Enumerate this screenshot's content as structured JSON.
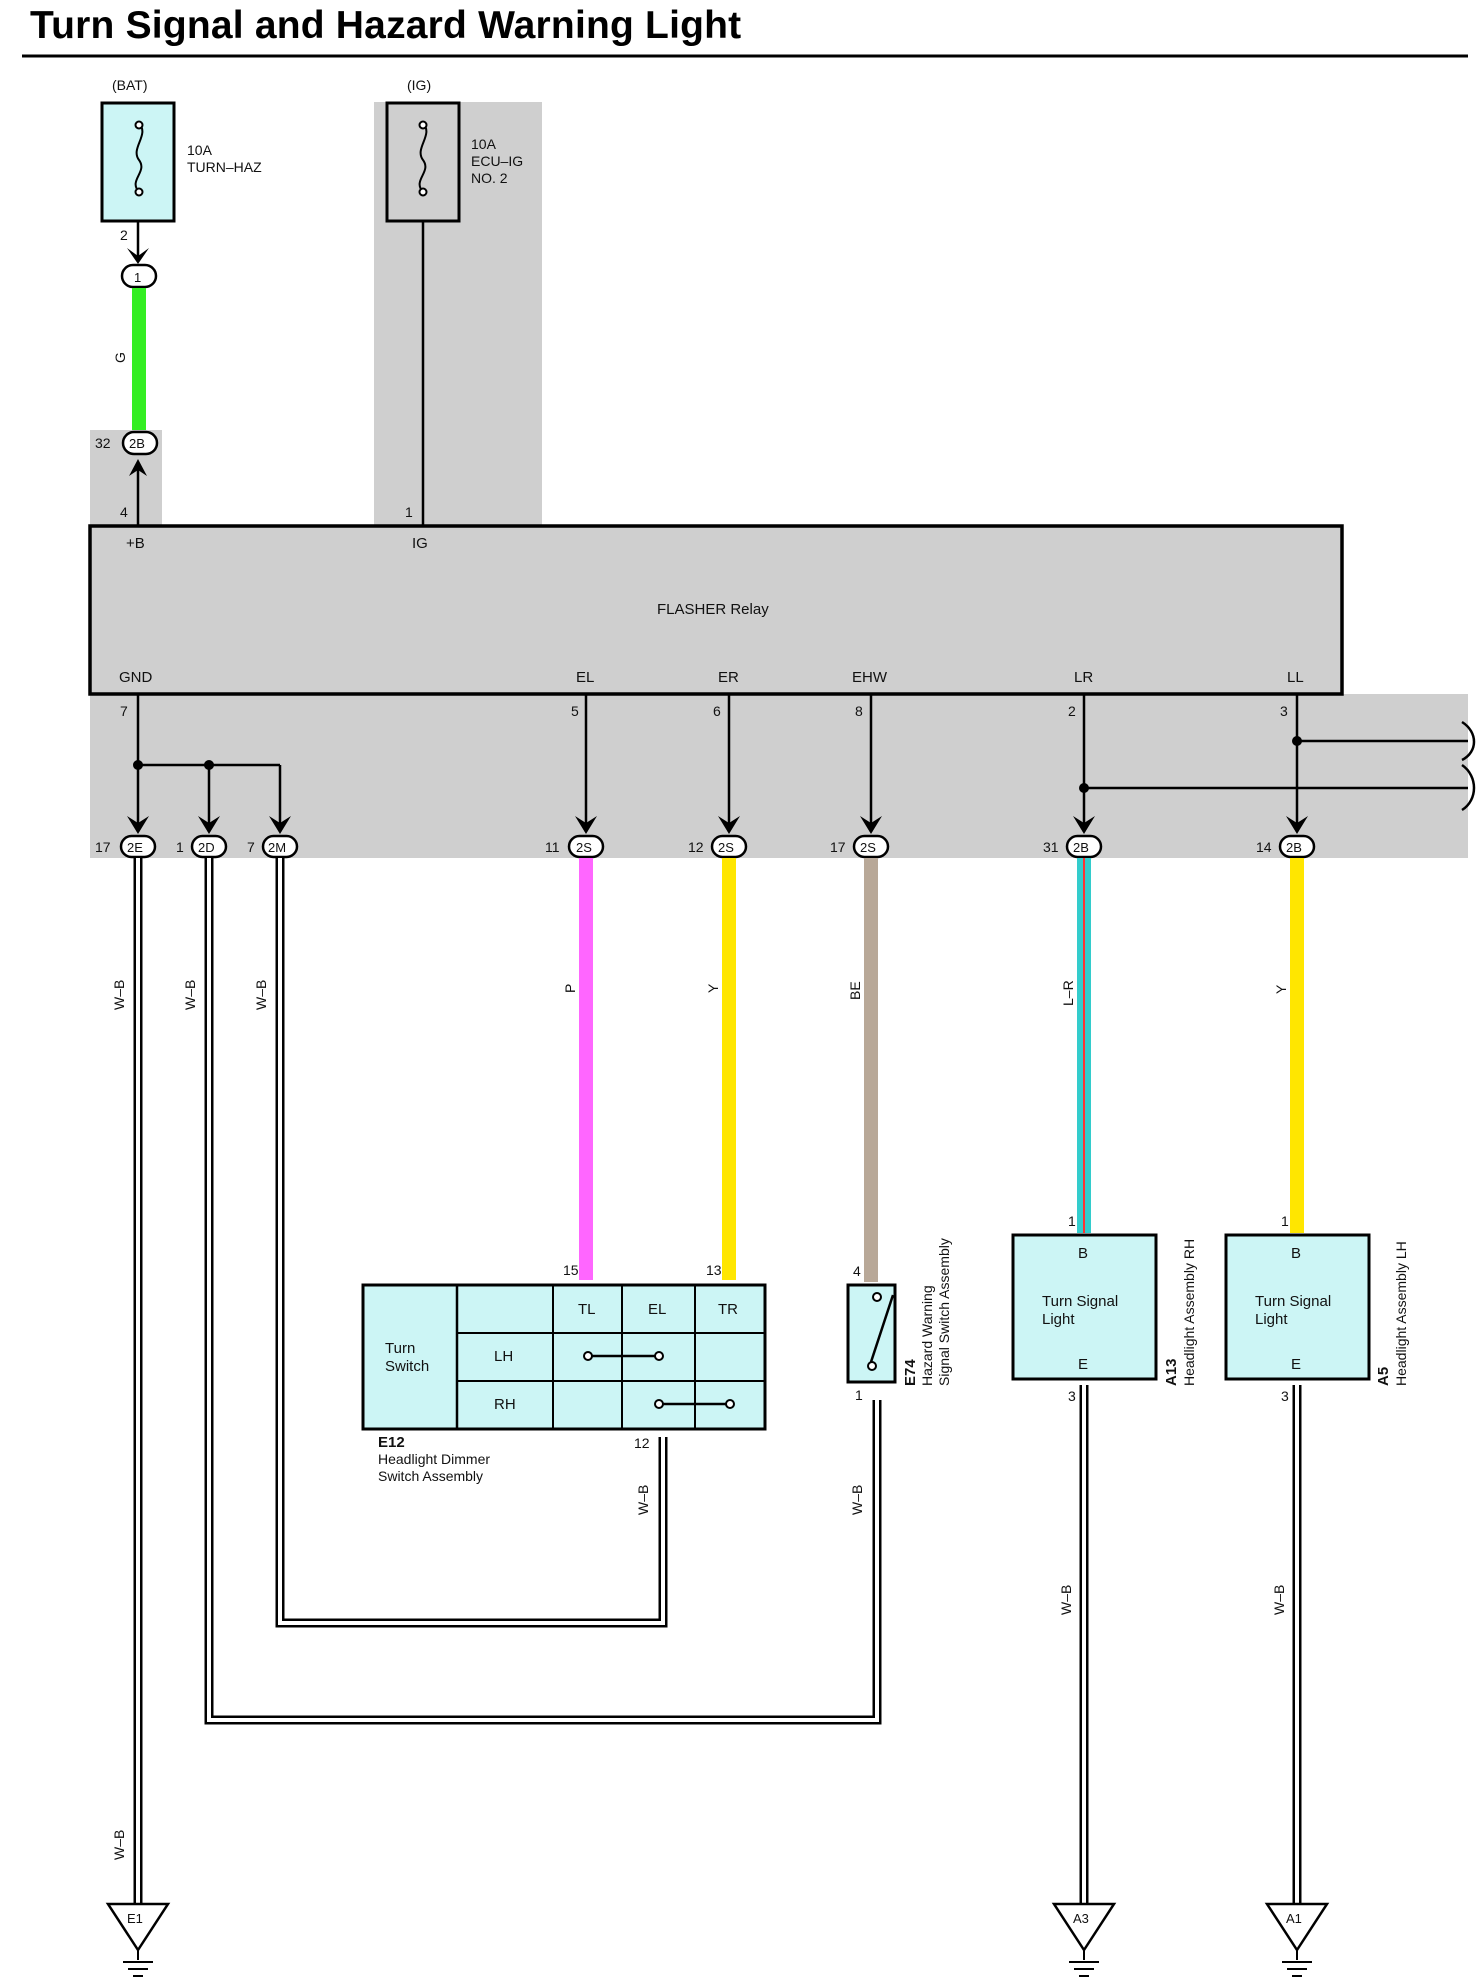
{
  "title": "Turn Signal and Hazard Warning Light",
  "colors": {
    "background_shade": "#cfcfcf",
    "component_fill": "#ccf5f5",
    "wire_G": "#33ee22",
    "wire_P": "#ff66ff",
    "wire_Y": "#ffe600",
    "wire_BE": "#b8a898",
    "wire_L": "#33cccc",
    "wire_R": "#ff3333"
  },
  "supply": {
    "bat": {
      "source": "(BAT)",
      "rating": "10A",
      "name": "TURN–HAZ"
    },
    "ig": {
      "source": "(IG)",
      "rating": "10A",
      "name_line1": "ECU–IG",
      "name_line2": "NO. 2"
    }
  },
  "fuse_pin_bat": "2",
  "junction_1": "1",
  "wire_bat_color": "G",
  "connector_32": {
    "pin": "32",
    "code": "2B"
  },
  "relay": {
    "name": "FLASHER Relay",
    "top_pins": [
      {
        "num": "4",
        "label": "+B"
      },
      {
        "num": "1",
        "label": "IG"
      }
    ],
    "bottom_pins": [
      {
        "num": "7",
        "label": "GND"
      },
      {
        "num": "5",
        "label": "EL"
      },
      {
        "num": "6",
        "label": "ER"
      },
      {
        "num": "8",
        "label": "EHW"
      },
      {
        "num": "2",
        "label": "LR"
      },
      {
        "num": "3",
        "label": "LL"
      }
    ]
  },
  "connectors": [
    {
      "pin": "17",
      "code": "2E",
      "wire": "W–B"
    },
    {
      "pin": "1",
      "code": "2D",
      "wire": "W–B"
    },
    {
      "pin": "7",
      "code": "2M",
      "wire": "W–B"
    },
    {
      "pin": "11",
      "code": "2S",
      "wire": "P"
    },
    {
      "pin": "12",
      "code": "2S",
      "wire": "Y"
    },
    {
      "pin": "17",
      "code": "2S",
      "wire": "BE"
    },
    {
      "pin": "31",
      "code": "2B",
      "wire": "L–R"
    },
    {
      "pin": "14",
      "code": "2B",
      "wire": "Y"
    }
  ],
  "turn_switch": {
    "title_line1": "Turn",
    "title_line2": "Switch",
    "cols": [
      "TL",
      "EL",
      "TR"
    ],
    "rows": [
      "LH",
      "RH"
    ],
    "pin_tl": "15",
    "pin_tr": "13",
    "pin_gnd": "12",
    "gnd_wire": "W–B",
    "code": "E12",
    "name_line1": "Headlight Dimmer",
    "name_line2": "Switch Assembly"
  },
  "hazard_switch": {
    "pin_top": "4",
    "pin_bottom": "1",
    "gnd_wire": "W–B",
    "code": "E74",
    "name_line1": "Hazard Warning",
    "name_line2": "Signal Switch Assembly"
  },
  "lamps": [
    {
      "pin_b": "1",
      "label_b": "B",
      "line1": "Turn Signal",
      "line2": "Light",
      "label_e": "E",
      "pin_e": "3",
      "code": "A13",
      "name": "Headlight Assembly RH",
      "gnd_wire": "W–B",
      "ground": "A3"
    },
    {
      "pin_b": "1",
      "label_b": "B",
      "line1": "Turn Signal",
      "line2": "Light",
      "label_e": "E",
      "pin_e": "3",
      "code": "A5",
      "name": "Headlight Assembly LH",
      "gnd_wire": "W–B",
      "ground": "A1"
    }
  ],
  "ground_e1": {
    "code": "E1",
    "wire": "W–B"
  }
}
